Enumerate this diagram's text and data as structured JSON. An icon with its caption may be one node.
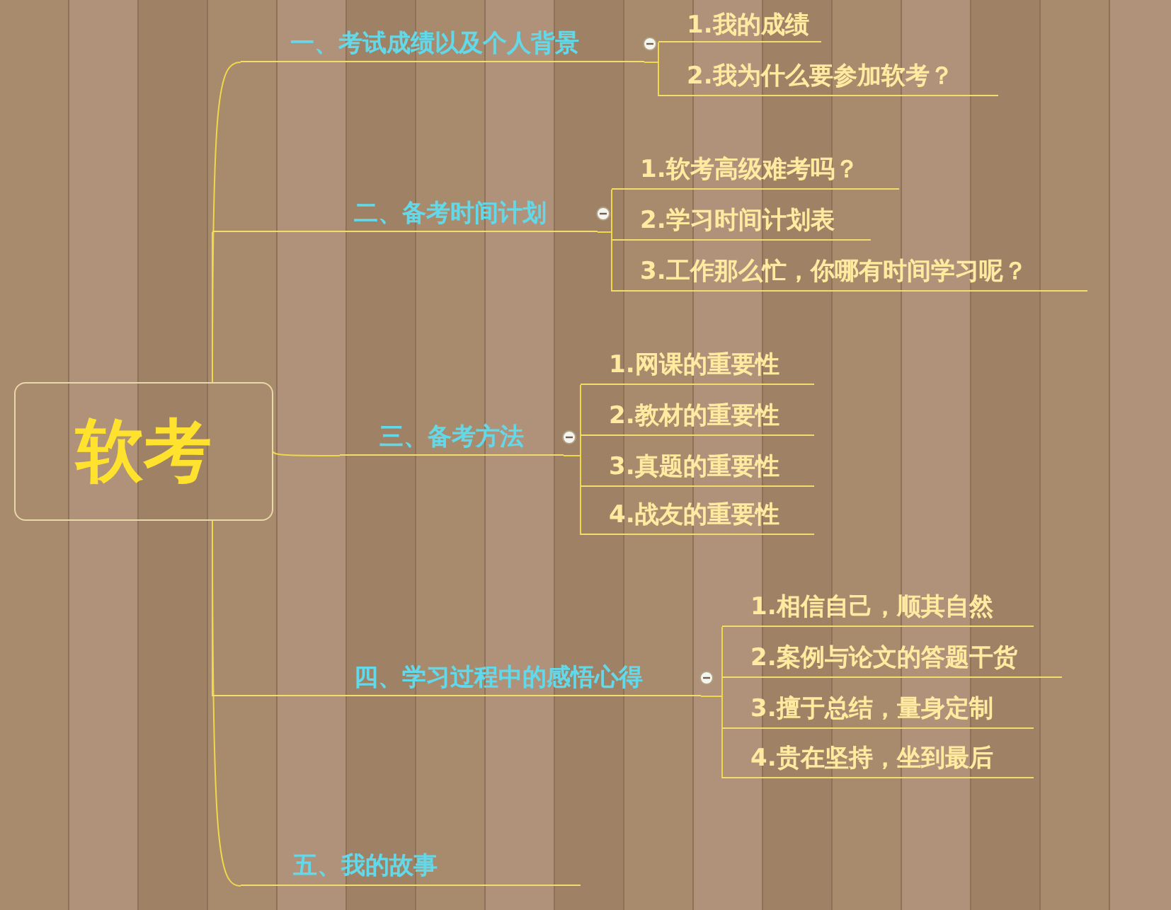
{
  "diagram": {
    "nodes": [
      {
        "text": [
          "软考"
        ]
      },
      {
        "text": [
          "一、考试成绩以及个人背景"
        ]
      },
      {
        "text": [
          "1.我的成绩"
        ]
      },
      {
        "text": [
          "2.我为什么要参加软考？"
        ]
      },
      {
        "text": [
          "二、备考时间计划"
        ]
      },
      {
        "text": [
          "1.软考高级难考吗？"
        ]
      },
      {
        "text": [
          "2.学习时间计划表"
        ]
      },
      {
        "text": [
          "3.工作那么忙，你哪有时间学习呢？"
        ]
      },
      {
        "text": [
          "三、备考方法"
        ]
      },
      {
        "text": [
          "1.网课的重要性"
        ]
      },
      {
        "text": [
          "2.教材的重要性"
        ]
      },
      {
        "text": [
          "3.真题的重要性"
        ]
      },
      {
        "text": [
          "4.战友的重要性"
        ]
      },
      {
        "text": [
          "四、学习过程中的感悟心得"
        ]
      },
      {
        "text": [
          "1.相信自己，顺其自然"
        ]
      },
      {
        "text": [
          "2.案例与论文的答题干货"
        ]
      },
      {
        "text": [
          "3.擅于总结，量身定制"
        ]
      },
      {
        "text": [
          "4.贵在坚持，坐到最后"
        ]
      },
      {
        "text": [
          "五、我的故事"
        ]
      }
    ],
    "edges": [
      {
        "from": 0,
        "to": 1,
        "arrow": "none"
      },
      {
        "from": 1,
        "to": 2,
        "arrow": "none"
      },
      {
        "from": 1,
        "to": 3,
        "arrow": "none"
      },
      {
        "from": 0,
        "to": 4,
        "arrow": "none"
      },
      {
        "from": 4,
        "to": 5,
        "arrow": "none"
      },
      {
        "from": 4,
        "to": 6,
        "arrow": "none"
      },
      {
        "from": 4,
        "to": 7,
        "arrow": "none"
      },
      {
        "from": 0,
        "to": 8,
        "arrow": "none"
      },
      {
        "from": 8,
        "to": 9,
        "arrow": "none"
      },
      {
        "from": 8,
        "to": 10,
        "arrow": "none"
      },
      {
        "from": 8,
        "to": 11,
        "arrow": "none"
      },
      {
        "from": 8,
        "to": 12,
        "arrow": "none"
      },
      {
        "from": 0,
        "to": 13,
        "arrow": "none"
      },
      {
        "from": 13,
        "to": 14,
        "arrow": "none"
      },
      {
        "from": 13,
        "to": 15,
        "arrow": "none"
      },
      {
        "from": 13,
        "to": 16,
        "arrow": "none"
      },
      {
        "from": 13,
        "to": 17,
        "arrow": "none"
      },
      {
        "from": 0,
        "to": 18,
        "arrow": "none"
      }
    ]
  }
}
